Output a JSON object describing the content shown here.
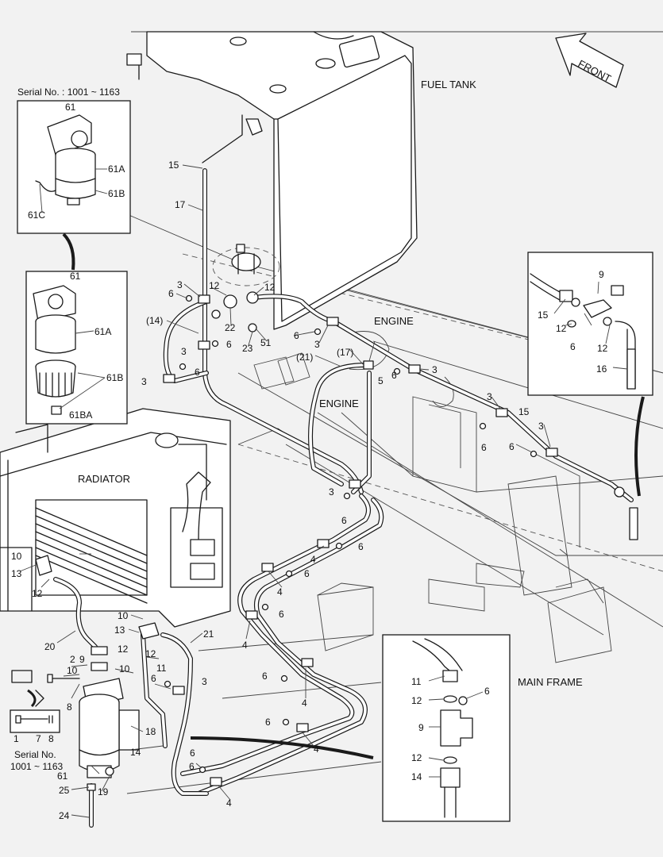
{
  "titles": {
    "fuel_tank": "FUEL TANK",
    "front": "FRONT",
    "engine_top": "ENGINE",
    "engine_mid": "ENGINE",
    "radiator": "RADIATOR",
    "main_frame": "MAIN FRAME"
  },
  "serial": {
    "top": "Serial No. : 1001 ~ 1163",
    "bottom_line1": "Serial No.",
    "bottom_line2": "1001 ~ 1163"
  },
  "callouts": [
    {
      "id": "c61a",
      "text": "61"
    },
    {
      "id": "c61A_a",
      "text": "61A"
    },
    {
      "id": "c61B_a",
      "text": "61B"
    },
    {
      "id": "c61C",
      "text": "61C"
    },
    {
      "id": "c61b",
      "text": "61"
    },
    {
      "id": "c61A_b",
      "text": "61A"
    },
    {
      "id": "c61B_b",
      "text": "61B"
    },
    {
      "id": "c61BA",
      "text": "61BA"
    },
    {
      "id": "c15a",
      "text": "15"
    },
    {
      "id": "c17a",
      "text": "17"
    },
    {
      "id": "c3a",
      "text": "3"
    },
    {
      "id": "c6a",
      "text": "6"
    },
    {
      "id": "c12a",
      "text": "12"
    },
    {
      "id": "c12b",
      "text": "12"
    },
    {
      "id": "c14p",
      "text": "(14)"
    },
    {
      "id": "c22",
      "text": "22"
    },
    {
      "id": "c6b",
      "text": "6"
    },
    {
      "id": "c3b",
      "text": "3"
    },
    {
      "id": "c23",
      "text": "23"
    },
    {
      "id": "c51",
      "text": "51"
    },
    {
      "id": "c6c",
      "text": "6"
    },
    {
      "id": "c3c",
      "text": "3"
    },
    {
      "id": "c6d",
      "text": "6"
    },
    {
      "id": "c3d",
      "text": "3"
    },
    {
      "id": "c21p",
      "text": "(21)"
    },
    {
      "id": "c17p",
      "text": "(17)"
    },
    {
      "id": "c5",
      "text": "5"
    },
    {
      "id": "c6e",
      "text": "6"
    },
    {
      "id": "c3e",
      "text": "3"
    },
    {
      "id": "c3f",
      "text": "3"
    },
    {
      "id": "c15b",
      "text": "15"
    },
    {
      "id": "c3g",
      "text": "3"
    },
    {
      "id": "c6f",
      "text": "6"
    },
    {
      "id": "c6g",
      "text": "6"
    },
    {
      "id": "c3h",
      "text": "3"
    },
    {
      "id": "c6h",
      "text": "6"
    },
    {
      "id": "c6i",
      "text": "6"
    },
    {
      "id": "c4a",
      "text": "4"
    },
    {
      "id": "c6j",
      "text": "6"
    },
    {
      "id": "c4b",
      "text": "4"
    },
    {
      "id": "c6k",
      "text": "6"
    },
    {
      "id": "c4c",
      "text": "4"
    },
    {
      "id": "c6l",
      "text": "6"
    },
    {
      "id": "c4d",
      "text": "4"
    },
    {
      "id": "c6m",
      "text": "6"
    },
    {
      "id": "c4e",
      "text": "4"
    },
    {
      "id": "c6n",
      "text": "6"
    },
    {
      "id": "c4f",
      "text": "4"
    },
    {
      "id": "c10a",
      "text": "10"
    },
    {
      "id": "c13a",
      "text": "13"
    },
    {
      "id": "c12c",
      "text": "12"
    },
    {
      "id": "c20",
      "text": "20"
    },
    {
      "id": "c10b",
      "text": "10"
    },
    {
      "id": "c13b",
      "text": "13"
    },
    {
      "id": "c21",
      "text": "21"
    },
    {
      "id": "c12d",
      "text": "12"
    },
    {
      "id": "c2",
      "text": "2"
    },
    {
      "id": "c9a",
      "text": "9"
    },
    {
      "id": "c10c",
      "text": "10"
    },
    {
      "id": "c10d",
      "text": "10"
    },
    {
      "id": "c12e",
      "text": "12"
    },
    {
      "id": "c11a",
      "text": "11"
    },
    {
      "id": "c6o",
      "text": "6"
    },
    {
      "id": "c3i",
      "text": "3"
    },
    {
      "id": "c8a",
      "text": "8"
    },
    {
      "id": "c18",
      "text": "18"
    },
    {
      "id": "c14a",
      "text": "14"
    },
    {
      "id": "c61c",
      "text": "61"
    },
    {
      "id": "c19",
      "text": "19"
    },
    {
      "id": "c25",
      "text": "25"
    },
    {
      "id": "c24",
      "text": "24"
    },
    {
      "id": "c1",
      "text": "1"
    },
    {
      "id": "c7",
      "text": "7"
    },
    {
      "id": "c8b",
      "text": "8"
    },
    {
      "id": "c6p",
      "text": "6"
    },
    {
      "id": "d9",
      "text": "9"
    },
    {
      "id": "d15",
      "text": "15"
    },
    {
      "id": "d12a",
      "text": "12"
    },
    {
      "id": "d6",
      "text": "6"
    },
    {
      "id": "d12b",
      "text": "12"
    },
    {
      "id": "d16",
      "text": "16"
    },
    {
      "id": "e11",
      "text": "11"
    },
    {
      "id": "e6",
      "text": "6"
    },
    {
      "id": "e12a",
      "text": "12"
    },
    {
      "id": "e9",
      "text": "9"
    },
    {
      "id": "e12b",
      "text": "12"
    },
    {
      "id": "e14",
      "text": "14"
    }
  ]
}
